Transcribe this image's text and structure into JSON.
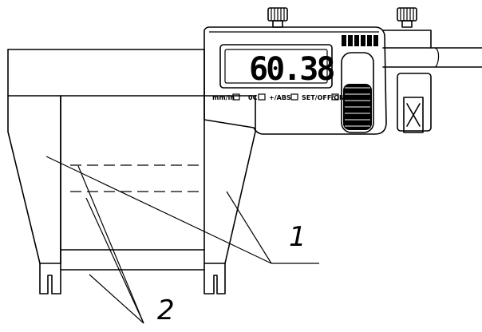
{
  "display": {
    "reading": "60.38"
  },
  "buttons": [
    {
      "label": "mm/in",
      "icon": "square-button"
    },
    {
      "label": "0C",
      "icon": "square-button"
    },
    {
      "label": "+/ABS",
      "icon": "square-button"
    },
    {
      "label": "SET/OFF/ON",
      "icon": "square-button"
    }
  ],
  "callouts": {
    "one": "1",
    "two": "2"
  }
}
